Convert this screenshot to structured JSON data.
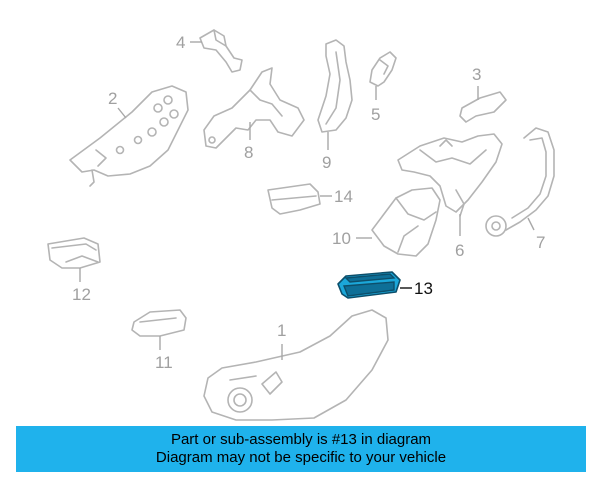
{
  "callouts": {
    "c1": "1",
    "c2": "2",
    "c3": "3",
    "c4": "4",
    "c5": "5",
    "c6": "6",
    "c7": "7",
    "c8": "8",
    "c9": "9",
    "c10": "10",
    "c11": "11",
    "c12": "12",
    "c13": "13",
    "c14": "14"
  },
  "highlight_callout": "13",
  "colors": {
    "highlight_part": "#1ba7d9",
    "banner": "#1fb2ec",
    "line_art": "#b4b4b4"
  },
  "banner": {
    "line1": "Part or sub-assembly is #13 in diagram",
    "line2": "Diagram may not be specific to your vehicle"
  }
}
